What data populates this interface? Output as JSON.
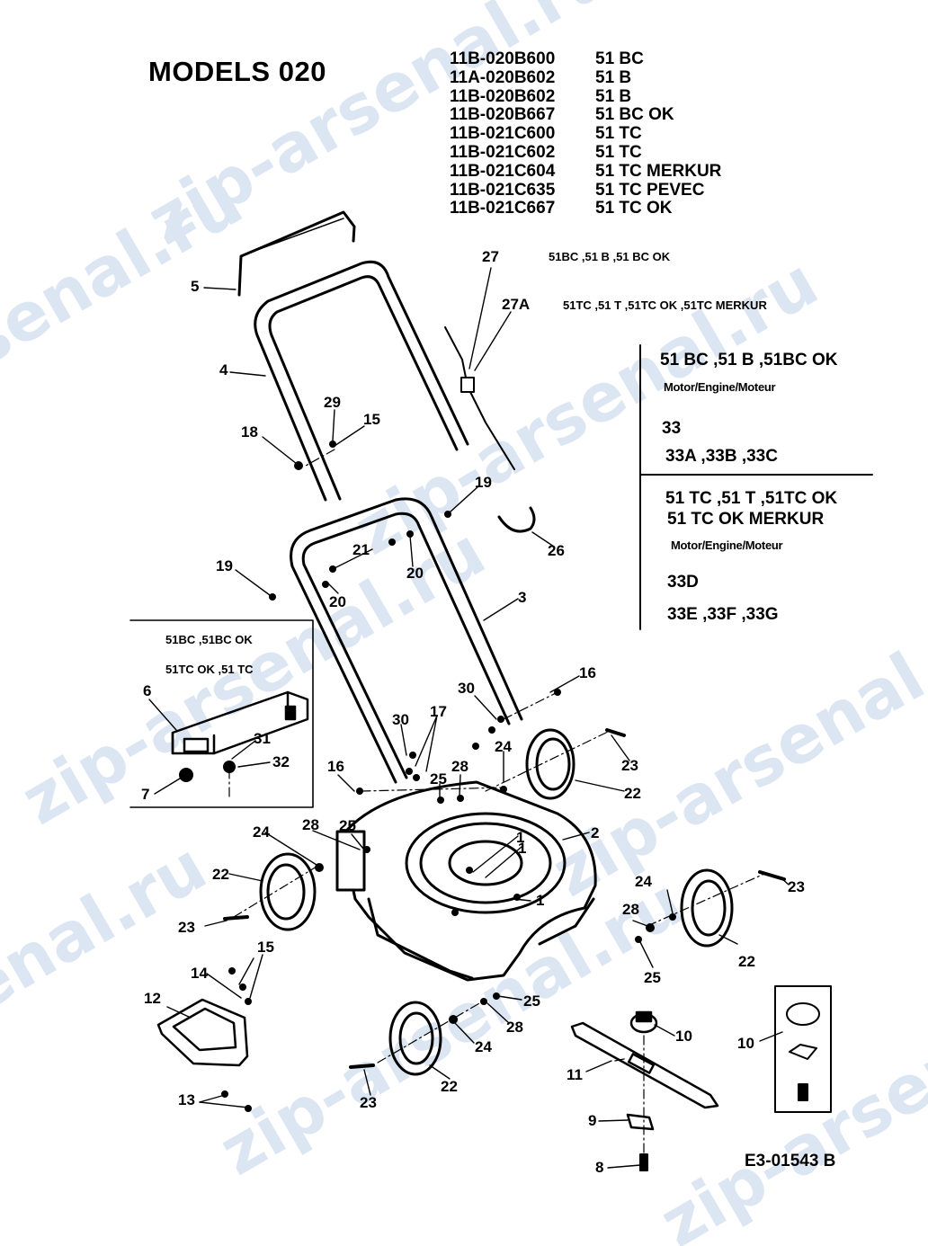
{
  "title": "MODELS 020",
  "models": [
    {
      "code": "11B-020B600",
      "name": "51 BC"
    },
    {
      "code": "11A-020B602",
      "name": "51 B"
    },
    {
      "code": "11B-020B602",
      "name": "51 B"
    },
    {
      "code": "11B-020B667",
      "name": "51 BC OK"
    },
    {
      "code": "11B-021C600",
      "name": "51 TC"
    },
    {
      "code": "11B-021C602",
      "name": "51 TC"
    },
    {
      "code": "11B-021C604",
      "name": "51 TC MERKUR"
    },
    {
      "code": "11B-021C635",
      "name": "51 TC PEVEC"
    },
    {
      "code": "11B-021C667",
      "name": "51 TC OK"
    }
  ],
  "notes": {
    "part27_models": "51BC ,51 B ,51 BC OK",
    "part27a_models": "51TC ,51 T ,51TC OK ,51TC MERKUR"
  },
  "engine_box": {
    "group1_models": "51 BC ,51 B ,51BC OK",
    "group1_label": "Motor/Engine/Moteur",
    "group1_part": "33",
    "group1_alts": "33A ,33B ,33C",
    "group2_models_line1": "51 TC ,51 T ,51TC OK",
    "group2_models_line2": "51 TC OK MERKUR",
    "group2_label": "Motor/Engine/Moteur",
    "group2_part": "33D",
    "group2_alts": "33E ,33F ,33G"
  },
  "inset": {
    "line1": "51BC ,51BC OK",
    "line2": "51TC OK  ,51 TC"
  },
  "callouts": [
    {
      "id": "c5",
      "text": "5"
    },
    {
      "id": "c4",
      "text": "4"
    },
    {
      "id": "c27",
      "text": "27"
    },
    {
      "id": "c27a",
      "text": "27A"
    },
    {
      "id": "c29",
      "text": "29"
    },
    {
      "id": "c15a",
      "text": "15"
    },
    {
      "id": "c18",
      "text": "18"
    },
    {
      "id": "c19a",
      "text": "19"
    },
    {
      "id": "c26",
      "text": "26"
    },
    {
      "id": "c21",
      "text": "21"
    },
    {
      "id": "c20a",
      "text": "20"
    },
    {
      "id": "c20b",
      "text": "20"
    },
    {
      "id": "c19b",
      "text": "19"
    },
    {
      "id": "c3",
      "text": "3"
    },
    {
      "id": "c6",
      "text": "6"
    },
    {
      "id": "c31",
      "text": "31"
    },
    {
      "id": "c32",
      "text": "32"
    },
    {
      "id": "c7",
      "text": "7"
    },
    {
      "id": "c16a",
      "text": "16"
    },
    {
      "id": "c30a",
      "text": "30"
    },
    {
      "id": "c30b",
      "text": "30"
    },
    {
      "id": "c17",
      "text": "17"
    },
    {
      "id": "c24a",
      "text": "24"
    },
    {
      "id": "c23a",
      "text": "23"
    },
    {
      "id": "c22a",
      "text": "22"
    },
    {
      "id": "c16b",
      "text": "16"
    },
    {
      "id": "c25a",
      "text": "25"
    },
    {
      "id": "c28a",
      "text": "28"
    },
    {
      "id": "c28b",
      "text": "28"
    },
    {
      "id": "c25b",
      "text": "25"
    },
    {
      "id": "c24b",
      "text": "24"
    },
    {
      "id": "c2",
      "text": "2"
    },
    {
      "id": "c1a",
      "text": "1"
    },
    {
      "id": "c1b",
      "text": "1"
    },
    {
      "id": "c1c",
      "text": "1"
    },
    {
      "id": "c22b",
      "text": "22"
    },
    {
      "id": "c23b",
      "text": "23"
    },
    {
      "id": "c24c",
      "text": "24"
    },
    {
      "id": "c23c",
      "text": "23"
    },
    {
      "id": "c28c",
      "text": "28"
    },
    {
      "id": "c25c",
      "text": "25"
    },
    {
      "id": "c22c",
      "text": "22"
    },
    {
      "id": "c15b",
      "text": "15"
    },
    {
      "id": "c14",
      "text": "14"
    },
    {
      "id": "c12",
      "text": "12"
    },
    {
      "id": "c25d",
      "text": "25"
    },
    {
      "id": "c28d",
      "text": "28"
    },
    {
      "id": "c24d",
      "text": "24"
    },
    {
      "id": "c10a",
      "text": "10"
    },
    {
      "id": "c10b",
      "text": "10"
    },
    {
      "id": "c11",
      "text": "11"
    },
    {
      "id": "c9",
      "text": "9"
    },
    {
      "id": "c8",
      "text": "8"
    },
    {
      "id": "c13",
      "text": "13"
    },
    {
      "id": "c23d",
      "text": "23"
    },
    {
      "id": "c22d",
      "text": "22"
    }
  ],
  "drawing_id": "E3-01543 B",
  "watermark": "zip-arsenal.ru"
}
